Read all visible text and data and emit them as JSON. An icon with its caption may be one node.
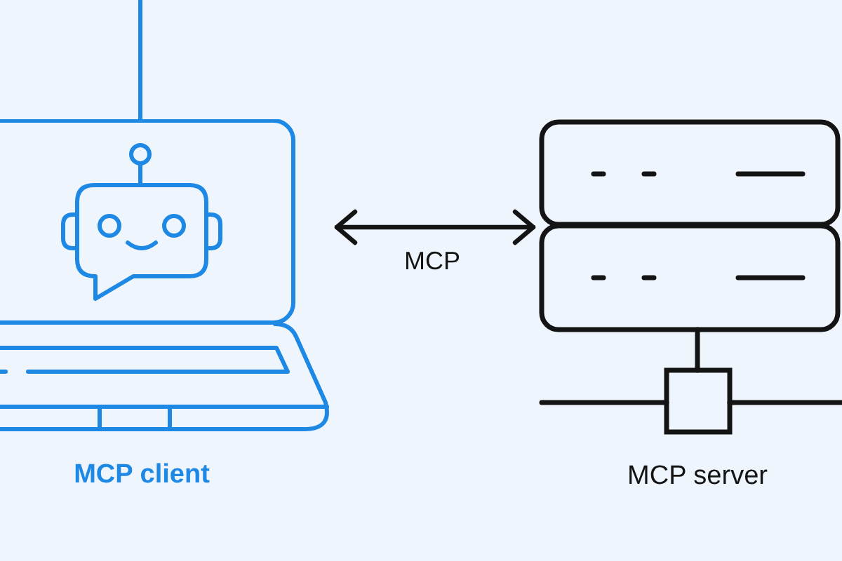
{
  "diagram": {
    "nodes": [
      {
        "text": [
          "MCP client"
        ]
      },
      {
        "text": [
          "MCP server"
        ]
      }
    ],
    "edges": [
      {
        "from": 0,
        "to": 1,
        "arrow": "both",
        "label": "MCP"
      }
    ]
  }
}
